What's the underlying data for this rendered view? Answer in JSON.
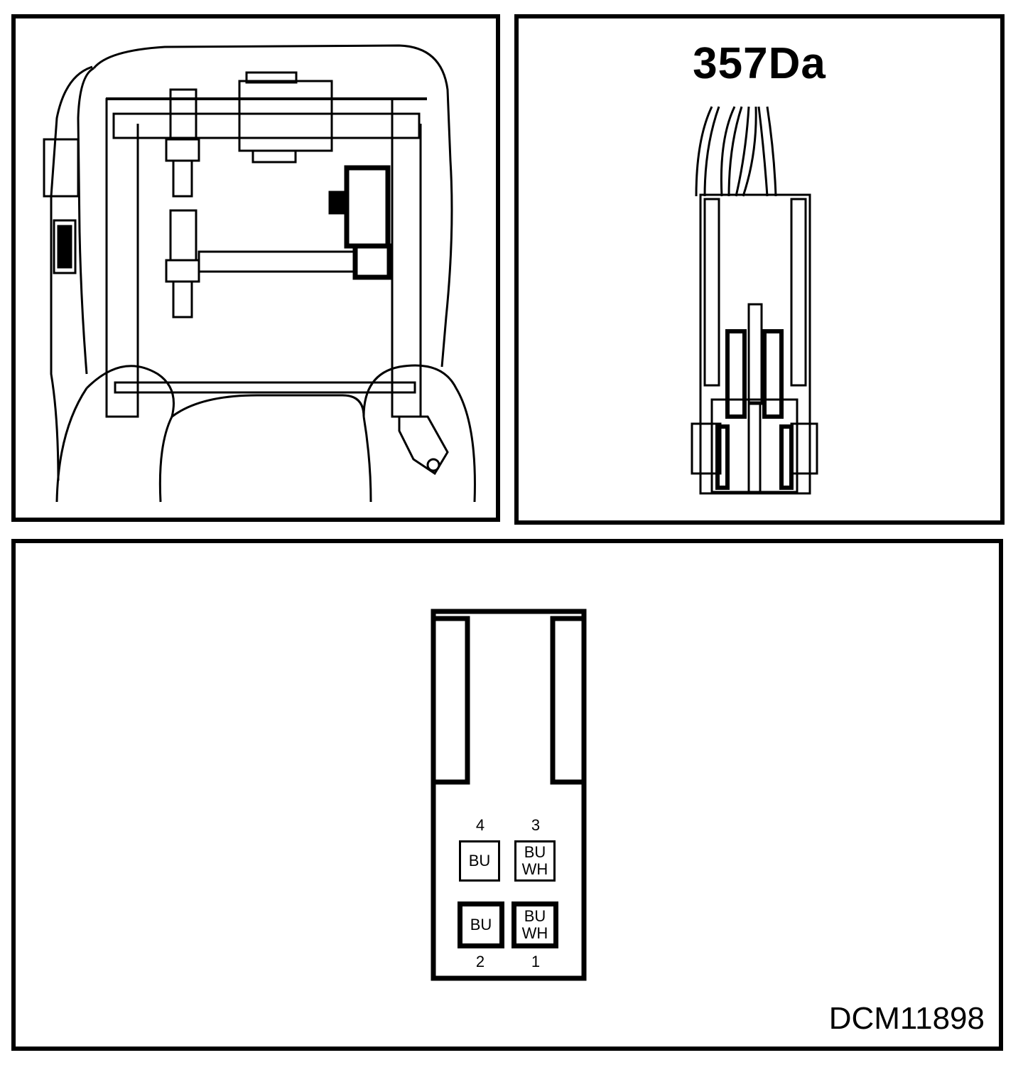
{
  "connector_id": "357Da",
  "document_id": "DCM11898",
  "pins": [
    {
      "number": "4",
      "color": "BU",
      "color2": ""
    },
    {
      "number": "3",
      "color": "BU",
      "color2": "WH"
    },
    {
      "number": "2",
      "color": "BU",
      "color2": ""
    },
    {
      "number": "1",
      "color": "BU",
      "color2": "WH"
    }
  ]
}
